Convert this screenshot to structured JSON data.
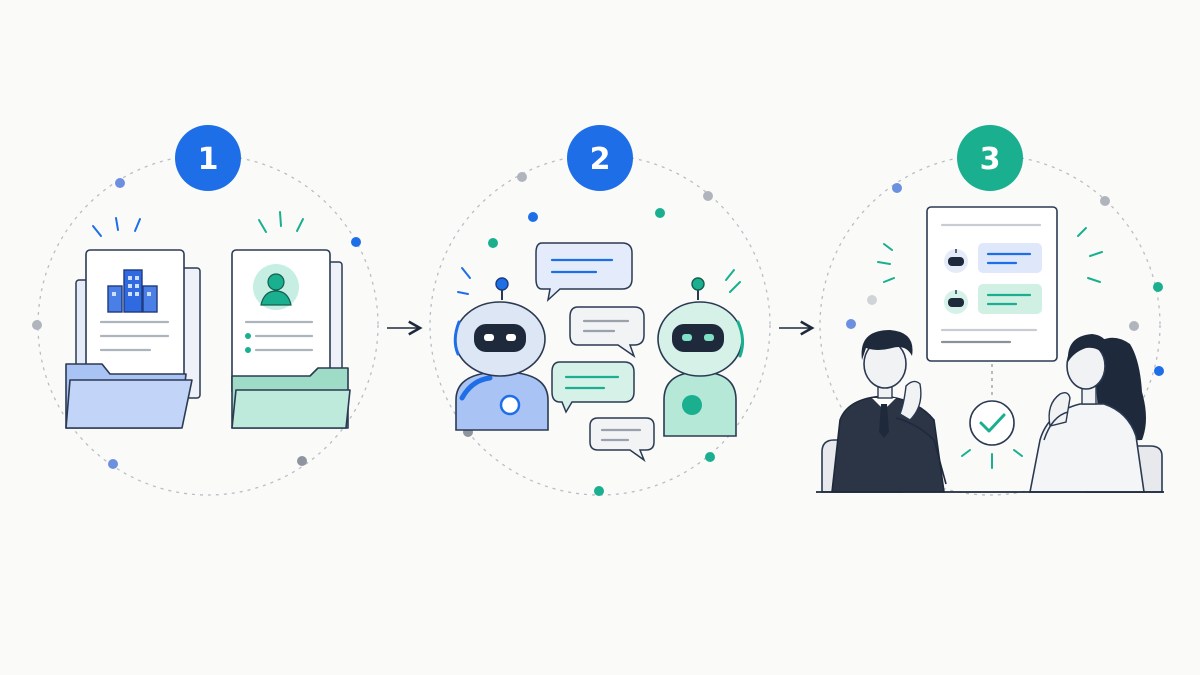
{
  "colors": {
    "background": "#fafaf8",
    "blue": "#1e6ee8",
    "teal": "#1aaf8f",
    "light_blue": "#aac3f5",
    "light_teal": "#b6e8d8",
    "dark_navy": "#1e2a3c",
    "gray": "#9aa1ab"
  },
  "steps": [
    {
      "number": "1",
      "badge_color": "#1e6ee8",
      "icons": [
        "company-profile-folder-icon",
        "candidate-profile-folder-icon"
      ]
    },
    {
      "number": "2",
      "badge_color": "#1e6ee8",
      "icons": [
        "company-robot-icon",
        "candidate-robot-icon",
        "chat-bubble-icon"
      ]
    },
    {
      "number": "3",
      "badge_color": "#1aaf8f",
      "icons": [
        "conversation-summary-board-icon",
        "check-circle-icon",
        "recruiter-man-icon",
        "candidate-woman-icon"
      ]
    }
  ],
  "connectors": [
    "arrow-right-icon",
    "arrow-right-icon"
  ]
}
